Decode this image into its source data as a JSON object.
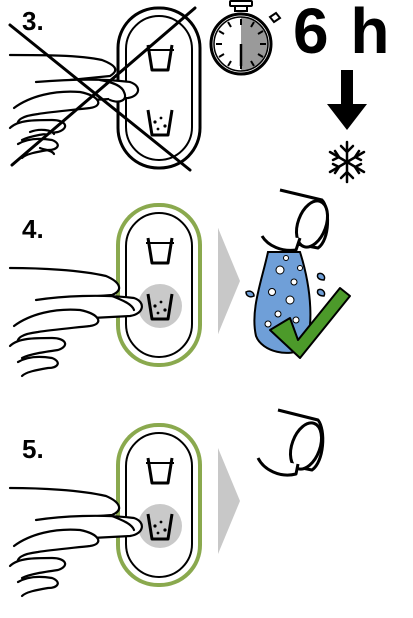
{
  "steps": [
    {
      "number": "3."
    },
    {
      "number": "4."
    },
    {
      "number": "5."
    }
  ],
  "timer": {
    "label": "6 h",
    "icon": "stopwatch-icon"
  },
  "snowflake_icon": "snowflake-icon",
  "colors": {
    "panel_active": "#8aa94e",
    "panel_inactive": "#000000",
    "button_pressed": "#c9c9c9",
    "water_fill": "#6f9fd8",
    "check": "#4c9a2a",
    "arrow_gray": "#c8c8c8",
    "timer_shade": "#9a9a9a"
  }
}
